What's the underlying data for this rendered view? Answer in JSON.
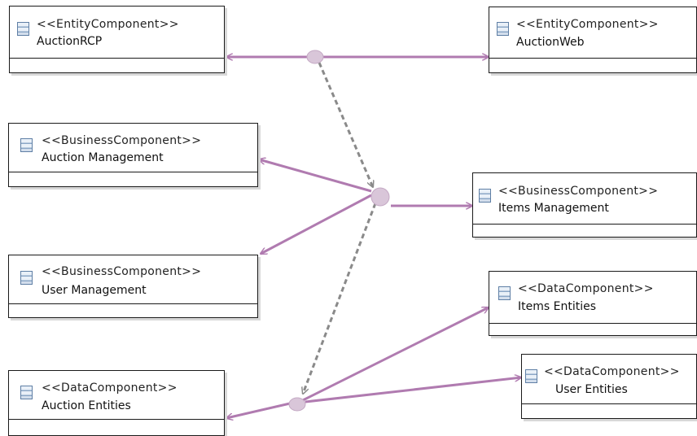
{
  "components": {
    "auction_rcp": {
      "stereotype": "<<EntityComponent>>",
      "name": "AuctionRCP"
    },
    "auction_web": {
      "stereotype": "<<EntityComponent>>",
      "name": "AuctionWeb"
    },
    "auction_mgmt": {
      "stereotype": "<<BusinessComponent>>",
      "name": "Auction Management"
    },
    "items_mgmt": {
      "stereotype": "<<BusinessComponent>>",
      "name": "Items Management"
    },
    "user_mgmt": {
      "stereotype": "<<BusinessComponent>>",
      "name": "User Management"
    },
    "items_entities": {
      "stereotype": "<<DataComponent>>",
      "name": "Items Entities"
    },
    "user_entities": {
      "stereotype": "<<DataComponent>>",
      "name": "User Entities"
    },
    "auction_entities": {
      "stereotype": "<<DataComponent>>",
      "name": "Auction Entities"
    }
  },
  "colors": {
    "association": "#b07bb0",
    "dependency": "#8a8a8a",
    "node_fill": "#d9c6d9",
    "box_border": "#1a1a1a"
  },
  "icons": {
    "component": "component-icon"
  }
}
